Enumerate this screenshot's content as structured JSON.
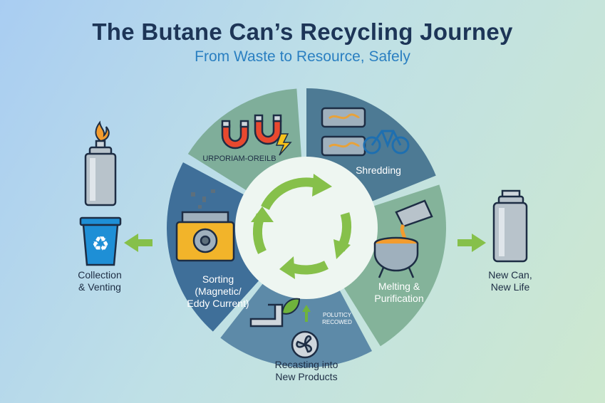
{
  "title": "The Butane Can’s Recycling Journey",
  "subtitle": "From Waste to Resource, Safely",
  "stages": {
    "collection": "Collection\n& Venting",
    "magnet": "URPORIAM-OREILB",
    "shredding": "Shredding",
    "melting": "Melting &\nPurification",
    "recasting": "Recasting into\nNew Products",
    "recasting_badge": "POLUTICY\nRECOWED",
    "sorting": "Sorting\n(Magnetic/\nEddy Current)",
    "new_can": "New Can,\nNew Life"
  },
  "colors": {
    "segment_top": "#7fae9a",
    "segment_upper_right": "#4d7a94",
    "segment_right": "#84b39a",
    "segment_bottom": "#5d8aa8",
    "segment_left": "#3f6f99",
    "center": "#eef6f1",
    "cycle_arrows": "#86c04a",
    "side_arrows": "#86c04a",
    "recycle_bin": "#1e8fd6",
    "title": "#1d3557",
    "subtitle": "#2a7fc1"
  },
  "icons": [
    "flame-icon",
    "spray-can-icon",
    "recycle-bin-icon",
    "magnet-icon",
    "lightning-icon",
    "shredded-metal-icon",
    "bicycle-icon",
    "pouring-bucket-icon",
    "cauldron-icon",
    "leaf-icon",
    "pipe-icon",
    "fan-icon",
    "up-arrow-icon",
    "shredder-machine-icon",
    "aerosol-can-icon",
    "cycle-arrows-icon",
    "left-arrow-icon",
    "right-arrow-icon"
  ]
}
